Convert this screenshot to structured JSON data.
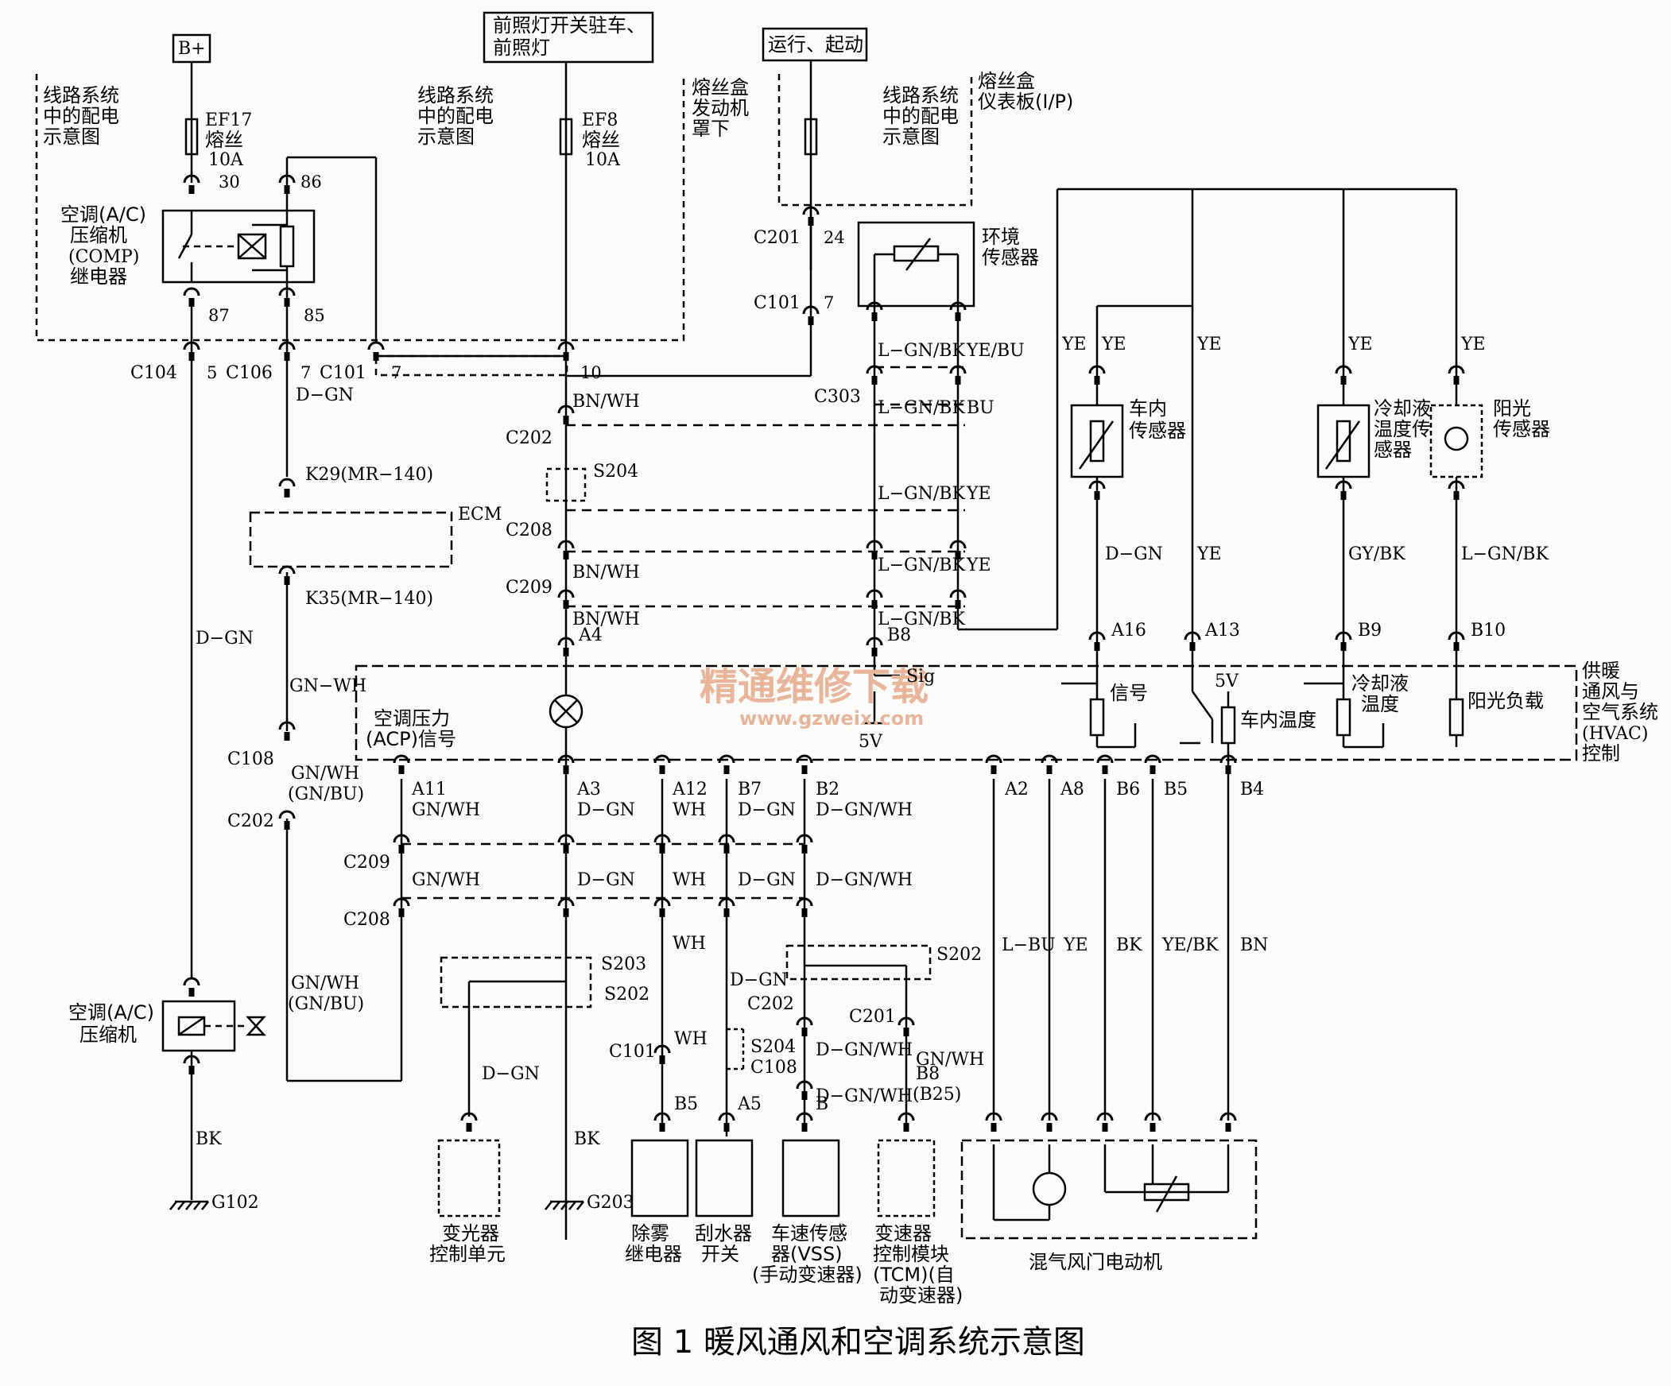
{
  "title": "图 1 暖风通风和空调系统示意图",
  "watermark": {
    "line1": "精通维修下载",
    "line2": "www.gzweix.com"
  },
  "top_sources": {
    "bplus": "B+",
    "headlamp": "前照灯开关驻车、",
    "headlamp2": "前照灯",
    "run_start": "运行、起动"
  },
  "fuse_box_engine": {
    "label1": "熔丝盒",
    "label2": "发动机",
    "label3": "罩下",
    "dist_a1": "线路系统",
    "dist_a2": "中的配电",
    "dist_a3": "示意图",
    "ef17": "EF17",
    "ef17_b": "熔丝",
    "ef17_c": "10A",
    "ef8": "EF8",
    "ef8_b": "熔丝",
    "ef8_c": "10A",
    "relay1": "空调(A/C)",
    "relay2": "压缩机",
    "relay3": "(COMP)",
    "relay4": "继电器",
    "p30": "30",
    "p86": "86",
    "p87": "87",
    "p85": "85"
  },
  "fuse_box_ip": {
    "label1": "熔丝盒",
    "label2": "仪表板(I/P)",
    "dist1": "线路系统",
    "dist2": "中的配电",
    "dist3": "示意图"
  },
  "ambient_sensor": {
    "label1": "环境",
    "label2": "传感器"
  },
  "connectors": {
    "c201": "C201",
    "c201p": "24",
    "c101a": "C101",
    "c101ap": "7",
    "c104": "C104",
    "c104p": "5",
    "c106": "C106",
    "c106p": "7",
    "c101b": "C101",
    "c101bp": "7",
    "c101bp2": "10",
    "c303": "C303",
    "c202": "C202",
    "c208": "C208",
    "c209": "C209",
    "k29": "K29(MR−140)",
    "k35": "K35(MR−140)",
    "ecm": "ECM",
    "s204": "S204",
    "c108": "C108"
  },
  "wire_colors": {
    "dgn": "D−GN",
    "bnwh": "BN/WH",
    "lgnbk": "L−GN/BK",
    "yebu": "YE/BU",
    "bu": "BU",
    "ye": "YE",
    "gnwh": "GN−WH",
    "gnwh2": "GN/WH",
    "gnbu": "(GN/BU)",
    "gybk": "GY/BK",
    "bk": "BK",
    "wh": "WH",
    "dgnwh": "D−GN/WH",
    "lbu": "L−BU",
    "yebk": "YE/BK",
    "bn": "BN"
  },
  "sensors": {
    "incar1": "车内",
    "incar2": "传感器",
    "coolant1": "冷却液",
    "coolant2": "温度传",
    "coolant3": "感器",
    "sun1": "阳光",
    "sun2": "传感器"
  },
  "hvac": {
    "label1": "供暖",
    "label2": "通风与",
    "label3": "空气系统",
    "label4": "(HVAC)",
    "label5": "控制",
    "acp1": "空调压力",
    "acp2": "(ACP)信号",
    "sig": "Sig",
    "v5": "5V",
    "signal": "信号",
    "coolant1": "冷却液",
    "coolant2": "温度",
    "sunload": "阳光负载",
    "incartemp": "车内温度",
    "a16": "A16",
    "a13": "A13",
    "b9": "B9",
    "b10": "B10",
    "a4": "A4",
    "b8": "B8",
    "a11": "A11",
    "a3": "A3",
    "a12": "A12",
    "b7": "B7",
    "b2": "B2",
    "a2": "A2",
    "a8": "A8",
    "b6": "B6",
    "b5": "B5",
    "b4": "B4"
  },
  "components": {
    "compressor1": "空调(A/C)",
    "compressor2": "压缩机",
    "g102": "G102",
    "g203": "G203",
    "dimmer1": "变光器",
    "dimmer2": "控制单元",
    "defog1": "除雾",
    "defog2": "继电器",
    "wiper1": "刮水器",
    "wiper2": "开关",
    "vss1": "车速传感",
    "vss2": "器(VSS)",
    "vss3": "(手动变速器)",
    "tcm1": "变速器",
    "tcm2": "控制模块",
    "tcm3": "(TCM)(自",
    "tcm4": "动变速器)",
    "blend": "混气风门电动机",
    "s203": "S203",
    "s202": "S202",
    "s204": "S204",
    "b8b25a": "B8",
    "b8b25b": "(B25)",
    "b25": "B5",
    "a5": "A5",
    "b": "B"
  }
}
